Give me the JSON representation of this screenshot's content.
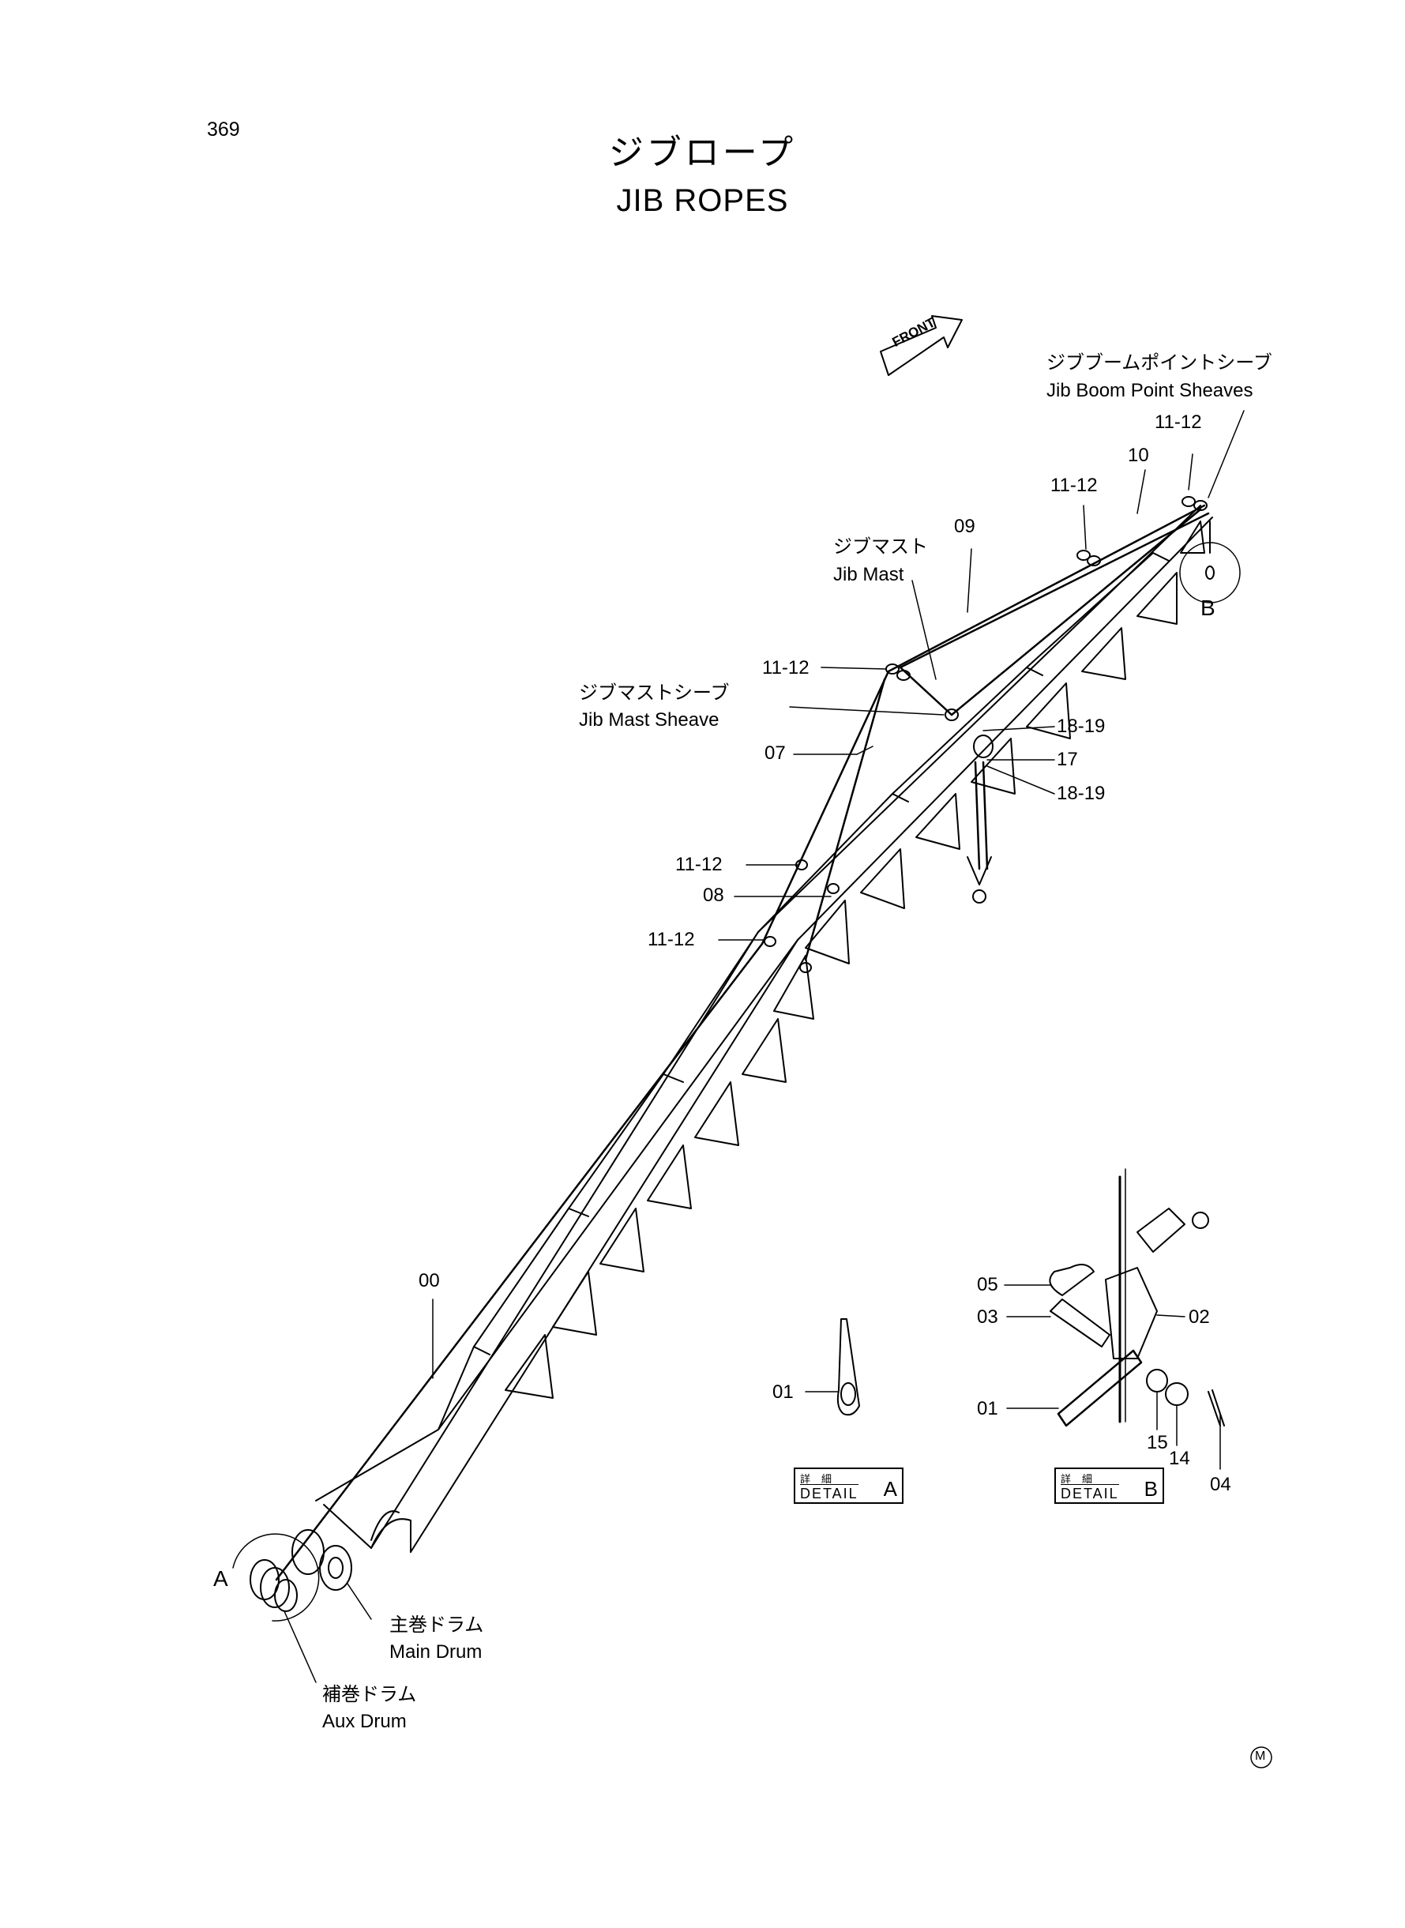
{
  "page_number": "369",
  "title_jp": "ジブロープ",
  "title_en": "JIB ROPES",
  "front_label": "FRONT",
  "labels": {
    "jib_boom_point_sheaves_jp": "ジブブームポイントシーブ",
    "jib_boom_point_sheaves_en": "Jib Boom Point Sheaves",
    "jib_mast_jp": "ジブマスト",
    "jib_mast_en": "Jib Mast",
    "jib_mast_sheave_jp": "ジブマストシーブ",
    "jib_mast_sheave_en": "Jib Mast Sheave",
    "main_drum_jp": "主巻ドラム",
    "main_drum_en": "Main Drum",
    "aux_drum_jp": "補巻ドラム",
    "aux_drum_en": "Aux Drum"
  },
  "callouts": {
    "c11_12_top": "11-12",
    "c10": "10",
    "c11_12_b": "11-12",
    "c09": "09",
    "c11_12_c": "11-12",
    "c18_19_a": "18-19",
    "c17": "17",
    "c18_19_b": "18-19",
    "c07": "07",
    "c11_12_d": "11-12",
    "c08": "08",
    "c11_12_e": "11-12",
    "c00": "00",
    "detail_b_letter": "B",
    "detail_a_letter": "A",
    "da_01": "01",
    "db_05": "05",
    "db_03": "03",
    "db_02": "02",
    "db_01": "01",
    "db_15": "15",
    "db_14": "14",
    "db_04": "04"
  },
  "detail_boxes": {
    "a": {
      "small": "詳細",
      "word": "DETAIL",
      "letter": "A"
    },
    "b": {
      "small": "詳細",
      "word": "DETAIL",
      "letter": "B"
    }
  },
  "mark": "M"
}
